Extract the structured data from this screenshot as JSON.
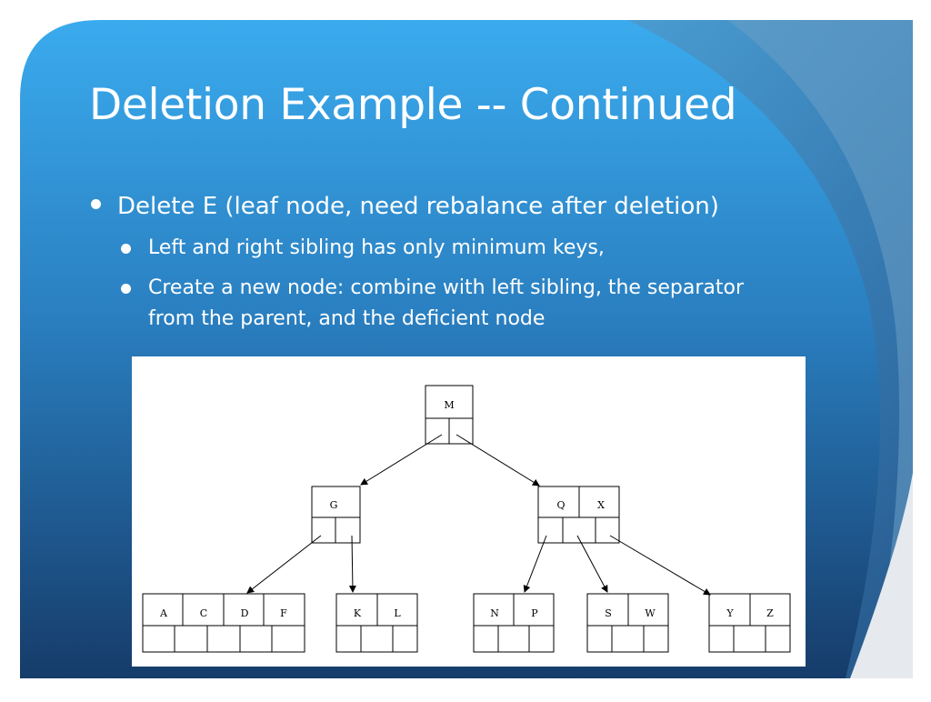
{
  "slide": {
    "title": "Deletion Example -- Continued",
    "bullets": [
      {
        "text": "Delete E (leaf node, need rebalance after deletion)",
        "sub": [
          "Left and right sibling has only minimum keys,",
          "Create a new node: combine with left sibling, the separator from the parent, and the deficient node"
        ]
      }
    ]
  },
  "tree": {
    "root": [
      "M"
    ],
    "level1_left": [
      "G"
    ],
    "level1_right": [
      "Q",
      "X"
    ],
    "leaves": [
      [
        "A",
        "C",
        "D",
        "F"
      ],
      [
        "K",
        "L"
      ],
      [
        "N",
        "P"
      ],
      [
        "S",
        "W"
      ],
      [
        "Y",
        "Z"
      ]
    ]
  },
  "colors": {
    "bg_dark": "#16406e",
    "bg_light": "#3aa7e6",
    "text": "#ffffff"
  }
}
